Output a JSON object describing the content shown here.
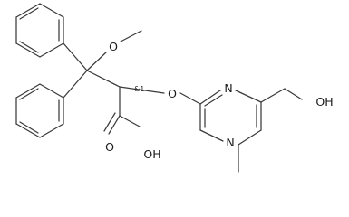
{
  "structure": {
    "atoms": {
      "methoxy_o": "O",
      "ether_o": "O",
      "carbonyl_o": "O",
      "acid_oh": "OH",
      "hydroxyl_oh": "OH",
      "ring_n_top": "N",
      "ring_n_bottom": "N"
    },
    "stereo_label": "&1"
  }
}
